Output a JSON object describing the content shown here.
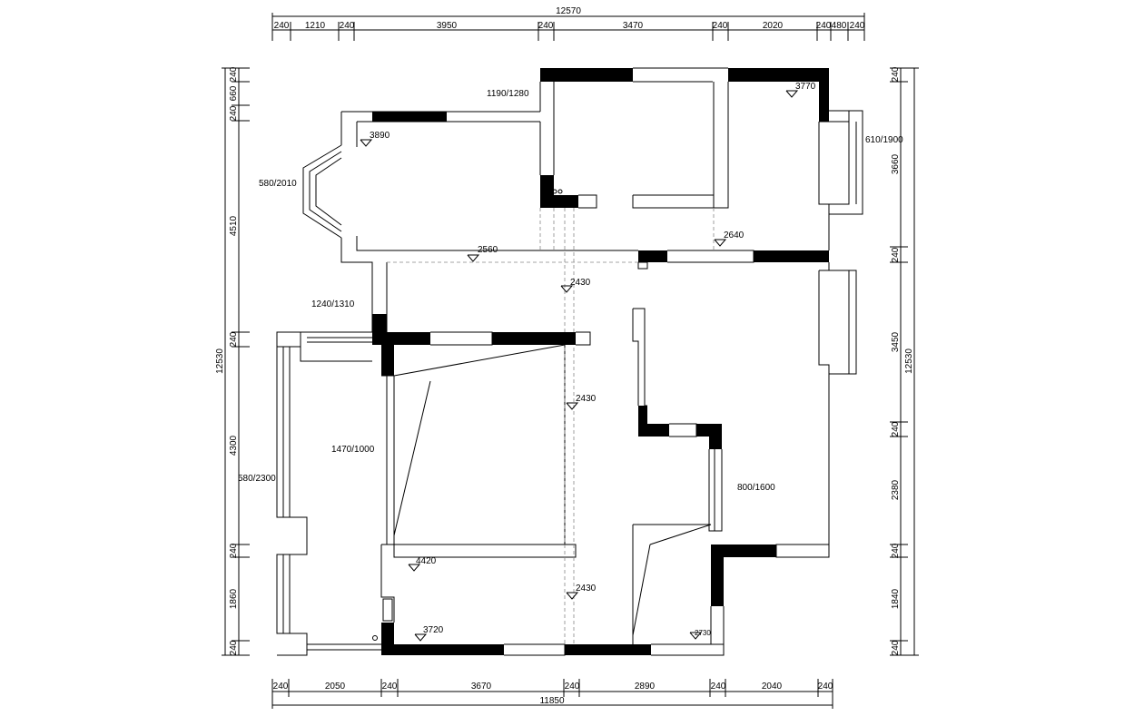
{
  "top_dims": {
    "total": "12570",
    "segments": [
      "240",
      "1210",
      "240",
      "3950",
      "240",
      "3470",
      "240",
      "2020",
      "240",
      "480",
      "240"
    ]
  },
  "bottom_dims": {
    "total": "11850",
    "segments": [
      "240",
      "2050",
      "240",
      "3670",
      "240",
      "2890",
      "240",
      "2040",
      "240"
    ]
  },
  "left_dims": {
    "total": "12530",
    "segments": [
      "240",
      "660",
      "240",
      "4510",
      "240",
      "4300",
      "240",
      "1860",
      "240"
    ]
  },
  "right_dims": {
    "total": "12530",
    "segments": [
      "240",
      "3660",
      "240",
      "3450",
      "240",
      "2380",
      "240",
      "1840",
      "240"
    ]
  },
  "openings": {
    "o1": "1190/1280",
    "o2": "580/2010",
    "o3": "610/1900",
    "o4": "1240/1310",
    "o5": "1470/1000",
    "o6": "580/2300",
    "o7": "800/1600"
  },
  "levels": {
    "l1": "3890",
    "l2": "3770",
    "l3": "2560",
    "l4": "2640",
    "l5": "2430",
    "l6": "2430",
    "l7": "4420",
    "l8": "2430",
    "l9": "3720",
    "l10": "2730"
  }
}
